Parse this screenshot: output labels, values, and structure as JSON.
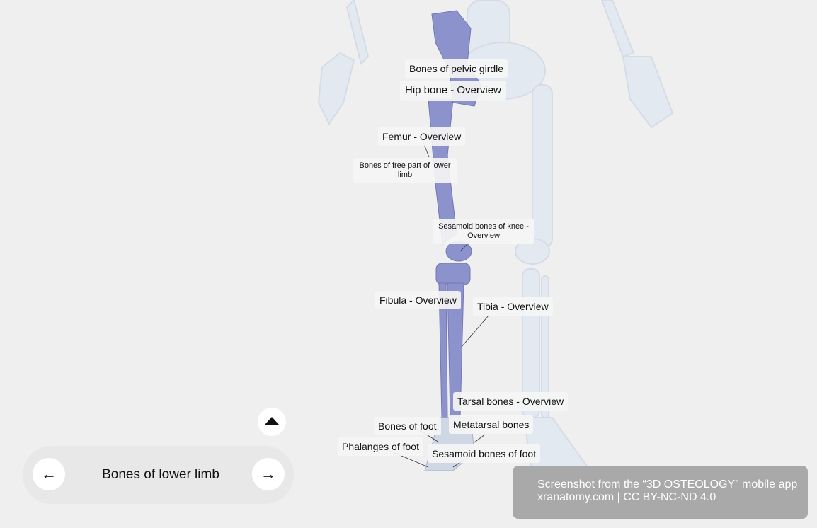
{
  "labels": {
    "pelvic_girdle": "Bones of pelvic girdle",
    "hip_bone": "Hip bone - Overview",
    "femur": "Femur - Overview",
    "free_part": "Bones of free part of lower limb",
    "sesamoid_knee": "Sesamoid bones of knee - Overview",
    "fibula": "Fibula - Overview",
    "tibia": "Tibia - Overview",
    "tarsal": "Tarsal bones - Overview",
    "bones_foot": "Bones of foot",
    "metatarsal": "Metatarsal bones",
    "phalanges": "Phalanges of foot",
    "sesamoid_foot": "Sesamoid bones of foot"
  },
  "nav": {
    "title": "Bones of lower limb",
    "prev_icon": "arrow-left-icon",
    "next_icon": "arrow-right-icon",
    "prev": "←",
    "next": "→",
    "expand_icon": "triangle-up-icon"
  },
  "credit": {
    "line1": "Screenshot from the “3D OSTEOLOGY” mobile app",
    "line2": "xranatomy.com | CC BY-NC-ND 4.0"
  },
  "colors": {
    "background": "#efefef",
    "highlight_bone": "#8a8fc8",
    "faded_bone": "#dfe6ee"
  }
}
